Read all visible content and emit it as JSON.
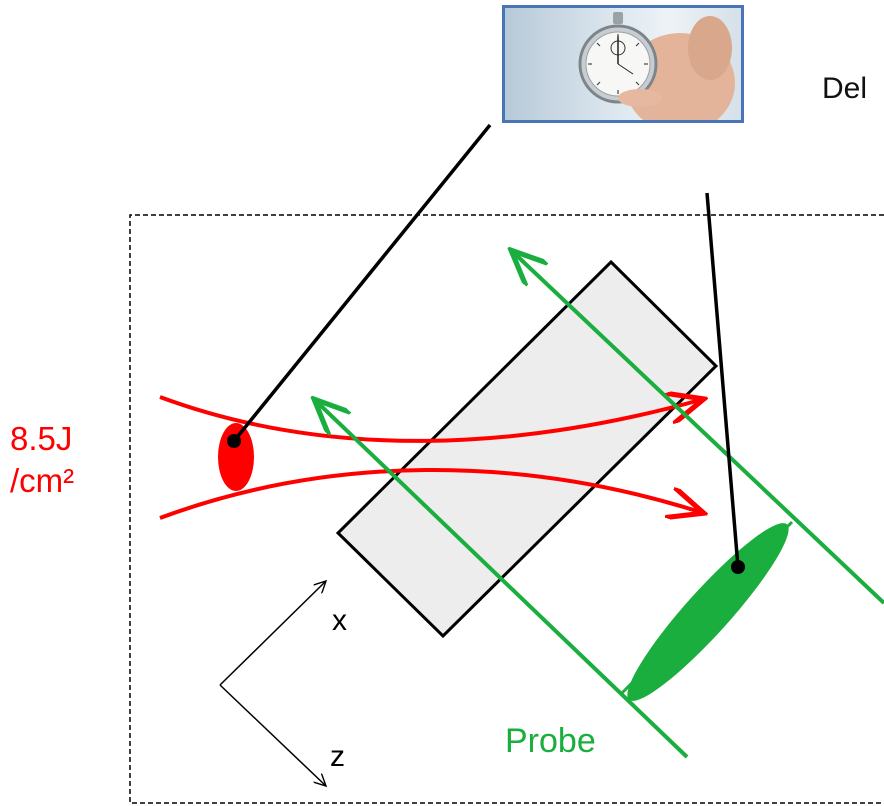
{
  "labels": {
    "fluence_line1": "8.5J",
    "fluence_line2": "/cm²",
    "delay": "Del",
    "axis_x": "x",
    "axis_z": "z",
    "probe": "Probe"
  },
  "colors": {
    "pump": "#ff0000",
    "probe": "#1aae3e",
    "sample": "#ededed",
    "frame": "#4a74b8"
  },
  "icons": {
    "stopwatch": "stopwatch-in-hand-photo"
  }
}
